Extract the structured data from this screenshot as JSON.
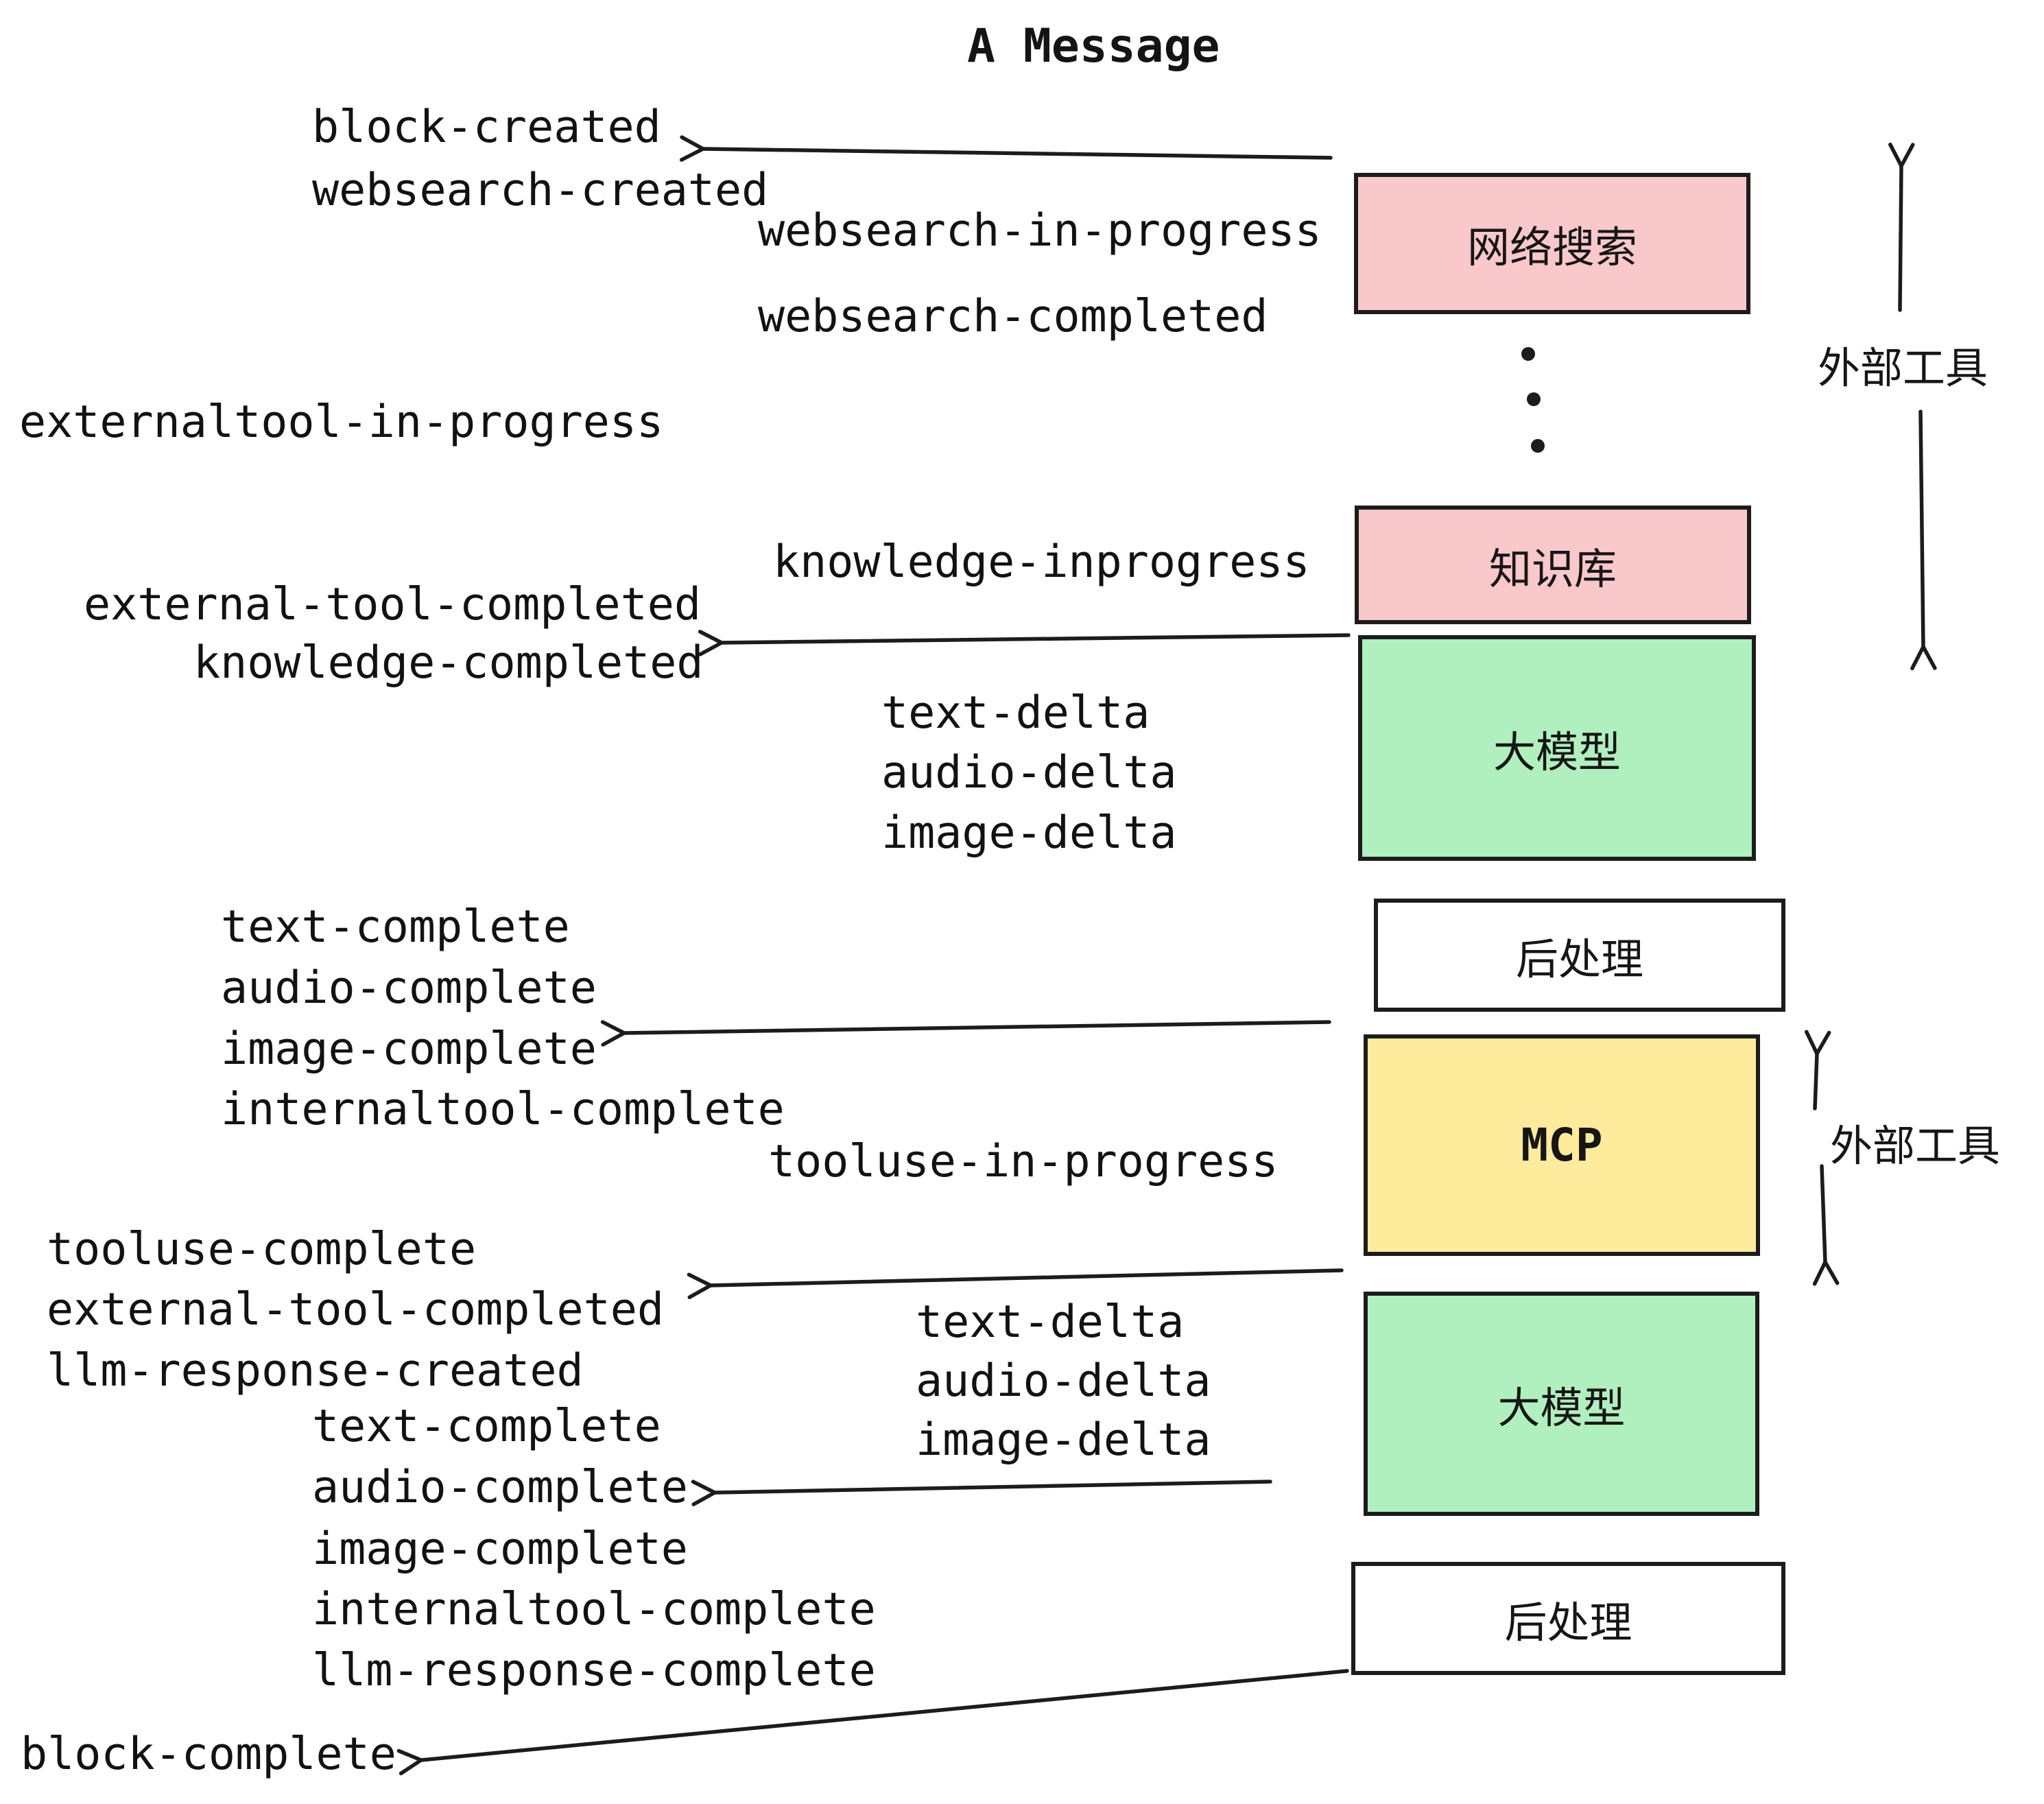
{
  "title": "A Message",
  "colors": {
    "ink": "#1c1c1c",
    "pink": "#f9c8cb",
    "green": "#b0f0be",
    "yellow": "#feeb9b",
    "white": "#ffffff"
  },
  "boxes": {
    "websearch": "网络搜索",
    "knowledge": "知识库",
    "llm": "大模型",
    "post": "后处理",
    "mcp": "MCP"
  },
  "side_labels": {
    "external_tools": "外部工具"
  },
  "events": {
    "block_created": "block-created",
    "websearch_created": "websearch-created",
    "websearch_in_progress": "websearch-in-progress",
    "websearch_completed": "websearch-completed",
    "externaltool_in_progress": "externaltool-in-progress",
    "knowledge_inprogress": "knowledge-inprogress",
    "external_tool_completed": "external-tool-completed",
    "knowledge_completed": "knowledge-completed",
    "text_delta": "text-delta",
    "audio_delta": "audio-delta",
    "image_delta": "image-delta",
    "text_complete": "text-complete",
    "audio_complete": "audio-complete",
    "image_complete": "image-complete",
    "internaltool_complete": "internaltool-complete",
    "tooluse_in_progress": "tooluse-in-progress",
    "tooluse_complete": "tooluse-complete",
    "llm_response_created": "llm-response-created",
    "llm_response_complete": "llm-response-complete",
    "block_complete": "block-complete"
  }
}
